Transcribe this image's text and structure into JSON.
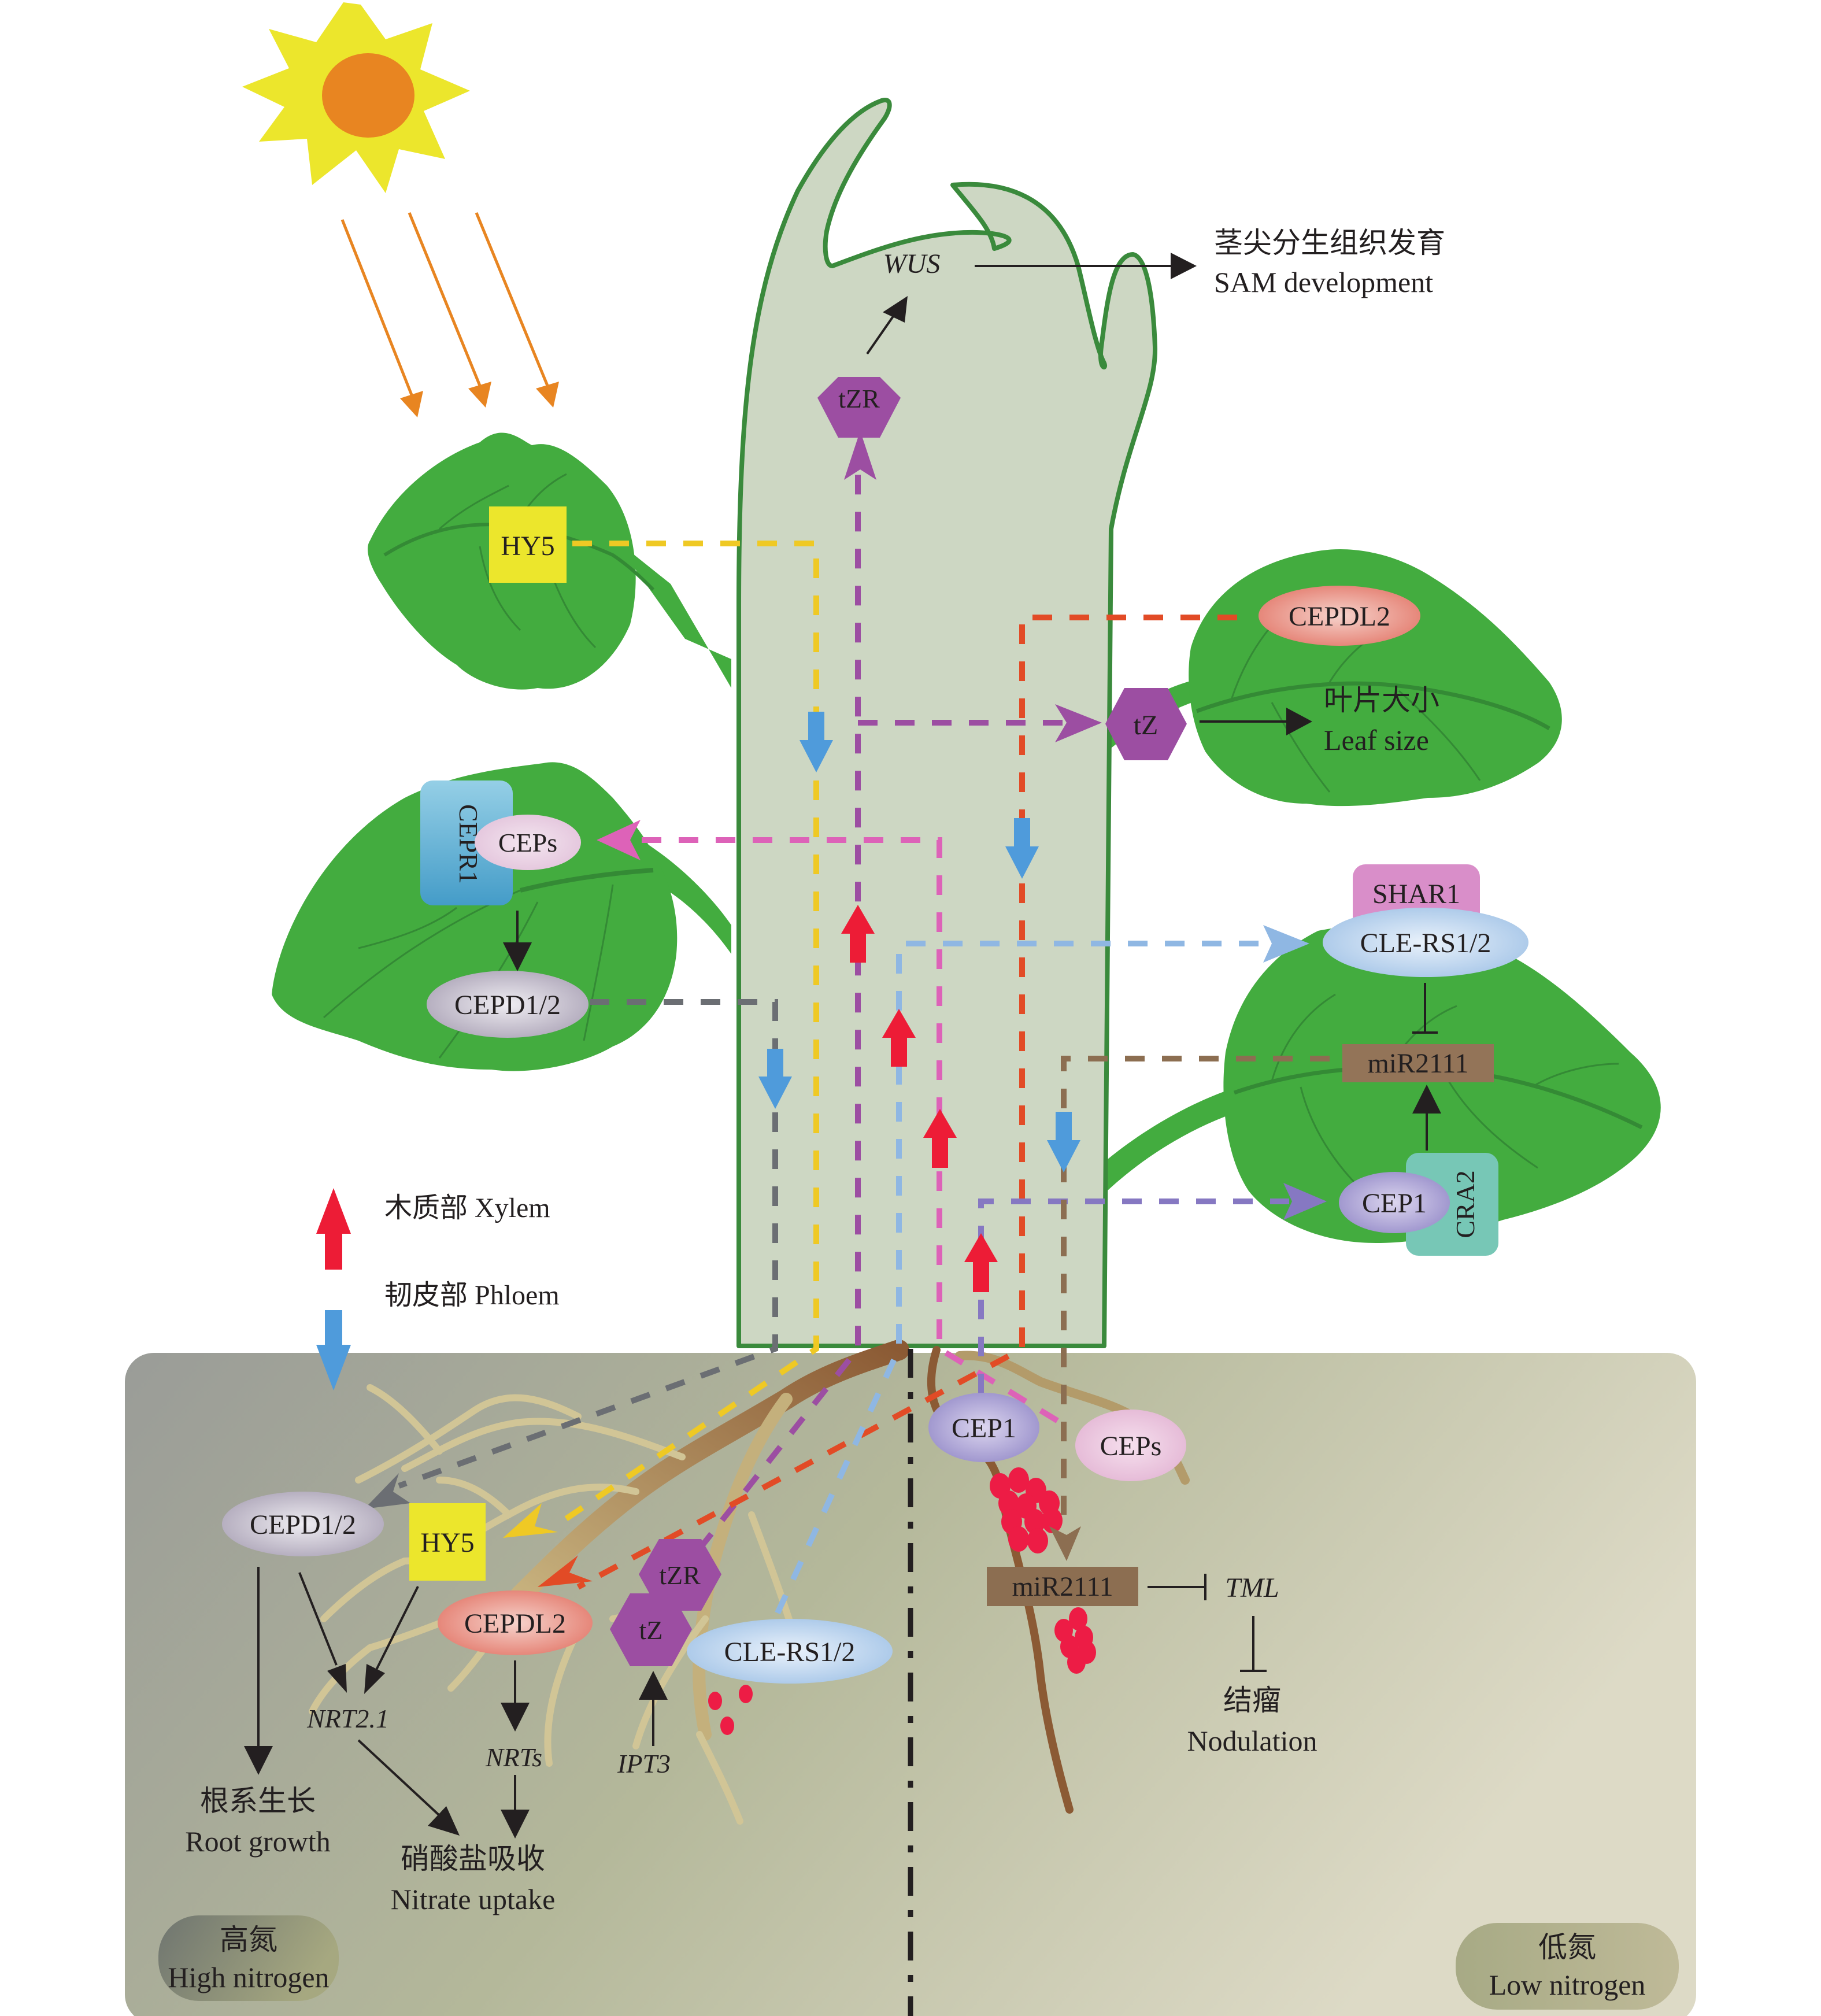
{
  "figure": {
    "type": "plant nitrogen signaling schematic",
    "colors": {
      "sun_rays": "#f4e92e",
      "sun_core": "#e88521",
      "light_arrows": "#e88521",
      "stem_fill": "#cdd7c3",
      "stem_stroke": "#3a8a3c",
      "leaf": "#43ac3f",
      "leaf_vein": "#348a35",
      "soil_left": "#9a9c98",
      "soil_right": "#d8d7c3",
      "xylem_arrow": "#ed1c36",
      "phloem_arrow": "#4f9bdb",
      "hy5_line": "#efc924",
      "cytokinin_line": "#9c4ea2",
      "cepdl2_line": "#e24b26",
      "cle_line": "#8fb7e3",
      "ceps_line": "#dd62b8",
      "cepd_line": "#6b6e73",
      "cep1_line": "#8678c2",
      "mir_line": "#8c6e51",
      "nodule": "#ed1c45",
      "root_main": "#8b5a34",
      "root_fine": "#d1c596"
    }
  },
  "shoot": {
    "wus": "WUS",
    "sam_cn": "茎尖分生组织发育",
    "sam_en": "SAM development",
    "tzr": "tZR",
    "tz": "tZ",
    "leaf_size_cn": "叶片大小",
    "leaf_size_en": "Leaf size",
    "hy5": "HY5",
    "cepdl2": "CEPDL2",
    "cepr1": "CEPR1",
    "ceps": "CEPs",
    "cepd12": "CEPD1/2",
    "shar1": "SHAR1",
    "clers12": "CLE-RS1/2",
    "mir2111": "miR2111",
    "cep1": "CEP1",
    "cra2": "CRA2"
  },
  "legend": {
    "xylem": "木质部 Xylem",
    "phloem": "韧皮部 Phloem"
  },
  "root_high_n": {
    "cepd12": "CEPD1/2",
    "hy5": "HY5",
    "cepdl2": "CEPDL2",
    "tzr": "tZR",
    "tz": "tZ",
    "clers12": "CLE-RS1/2",
    "nrt21": "NRT2.1",
    "nrts": "NRTs",
    "ipt3": "IPT3",
    "root_growth_cn": "根系生长",
    "root_growth_en": "Root growth",
    "nitrate_cn": "硝酸盐吸收",
    "nitrate_en": "Nitrate uptake",
    "condition_cn": "高氮",
    "condition_en": "High nitrogen"
  },
  "root_low_n": {
    "cep1": "CEP1",
    "ceps": "CEPs",
    "mir2111": "miR2111",
    "tml": "TML",
    "nodulation_cn": "结瘤",
    "nodulation_en": "Nodulation",
    "condition_cn": "低氮",
    "condition_en": "Low nitrogen"
  }
}
